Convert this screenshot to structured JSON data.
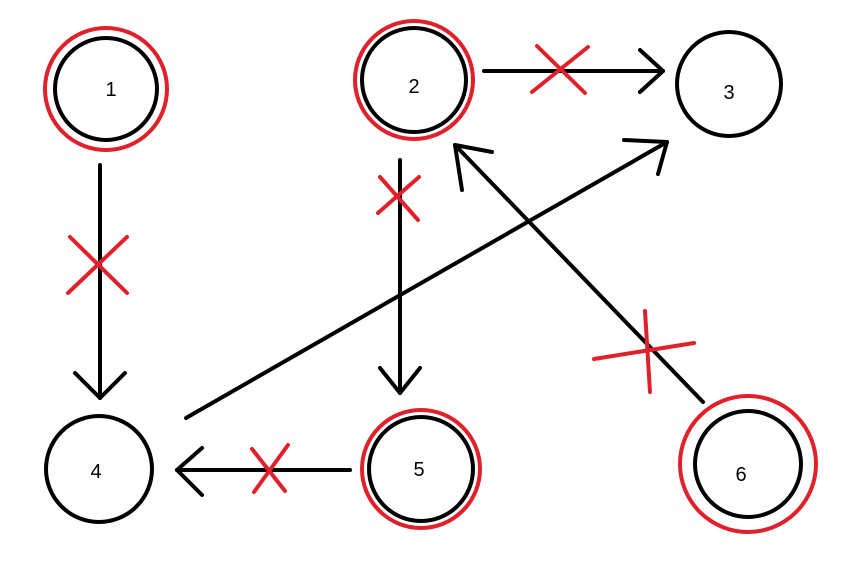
{
  "colors": {
    "ink": "#000000",
    "mark": "#e0202a",
    "background": "#ffffff"
  },
  "nodes": [
    {
      "id": "1",
      "label": "1",
      "highlighted": true
    },
    {
      "id": "2",
      "label": "2",
      "highlighted": true
    },
    {
      "id": "3",
      "label": "3",
      "highlighted": false
    },
    {
      "id": "4",
      "label": "4",
      "highlighted": false
    },
    {
      "id": "5",
      "label": "5",
      "highlighted": true
    },
    {
      "id": "6",
      "label": "6",
      "highlighted": true
    }
  ],
  "edges": [
    {
      "from": "1",
      "to": "4",
      "crossed": true
    },
    {
      "from": "2",
      "to": "3",
      "crossed": true
    },
    {
      "from": "2",
      "to": "5",
      "crossed": true
    },
    {
      "from": "4",
      "to": "3",
      "crossed": false
    },
    {
      "from": "5",
      "to": "4",
      "crossed": true
    },
    {
      "from": "6",
      "to": "2",
      "crossed": true
    }
  ]
}
